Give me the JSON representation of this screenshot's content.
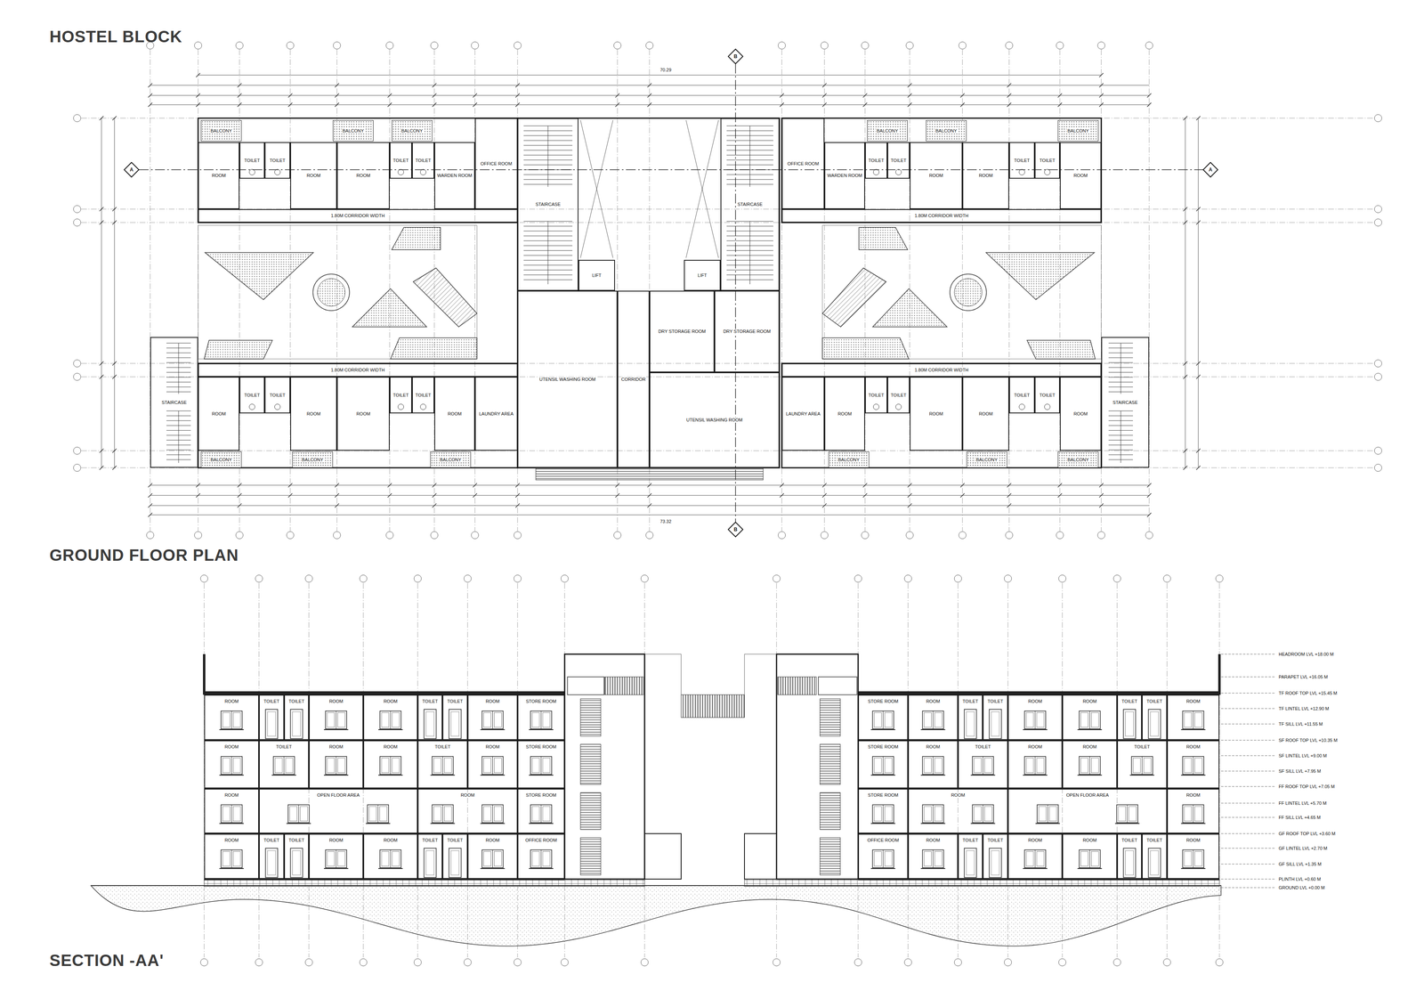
{
  "diagram": {
    "title": "HOSTEL BLOCK",
    "nodes": [
      {
        "text": [
          "BALCONY"
        ]
      },
      {
        "text": [
          "BALCONY"
        ]
      },
      {
        "text": [
          "BALCONY"
        ]
      },
      {
        "text": [
          "ROOM"
        ]
      },
      {
        "text": [
          "TOILET"
        ]
      },
      {
        "text": [
          "TOILET"
        ]
      },
      {
        "text": [
          "ROOM"
        ]
      },
      {
        "text": [
          "ROOM"
        ]
      },
      {
        "text": [
          "TOILET"
        ]
      },
      {
        "text": [
          "TOILET"
        ]
      },
      {
        "text": [
          "WARDEN ROOM"
        ]
      },
      {
        "text": [
          "OFFICE ROOM"
        ]
      },
      {
        "text": [
          "1.80M CORRIDOR WIDTH"
        ]
      },
      {
        "text": [
          "BALCONY"
        ]
      },
      {
        "text": [
          "BALCONY"
        ]
      },
      {
        "text": [
          "BALCONY"
        ]
      },
      {
        "text": [
          "OFFICE ROOM"
        ]
      },
      {
        "text": [
          "WARDEN ROOM"
        ]
      },
      {
        "text": [
          "TOILET"
        ]
      },
      {
        "text": [
          "TOILET"
        ]
      },
      {
        "text": [
          "ROOM"
        ]
      },
      {
        "text": [
          "ROOM"
        ]
      },
      {
        "text": [
          "TOILET"
        ]
      },
      {
        "text": [
          "TOILET"
        ]
      },
      {
        "text": [
          "ROOM"
        ]
      },
      {
        "text": [
          "1.80M CORRIDOR WIDTH"
        ]
      },
      {
        "text": [
          "STAIRCASE"
        ]
      },
      {
        "text": [
          "LIFT"
        ]
      },
      {
        "text": [
          "LIFT"
        ]
      },
      {
        "text": [
          "STAIRCASE"
        ]
      },
      {
        "text": [
          "UTENSIL WASHING ROOM"
        ]
      },
      {
        "text": [
          "CORRIDOR"
        ]
      },
      {
        "text": [
          "DRY STORAGE ROOM"
        ]
      },
      {
        "text": [
          "DRY STORAGE ROOM"
        ]
      },
      {
        "text": [
          "UTENSIL WASHING ROOM"
        ]
      },
      {
        "text": [
          "STAIRCASE"
        ]
      },
      {
        "text": [
          "1.80M CORRIDOR WIDTH"
        ]
      },
      {
        "text": [
          "ROOM"
        ]
      },
      {
        "text": [
          "TOILET"
        ]
      },
      {
        "text": [
          "TOILET"
        ]
      },
      {
        "text": [
          "ROOM"
        ]
      },
      {
        "text": [
          "ROOM"
        ]
      },
      {
        "text": [
          "TOILET"
        ]
      },
      {
        "text": [
          "TOILET"
        ]
      },
      {
        "text": [
          "ROOM"
        ]
      },
      {
        "text": [
          "LAUNDRY AREA"
        ]
      },
      {
        "text": [
          "BALCONY"
        ]
      },
      {
        "text": [
          "BALCONY"
        ]
      },
      {
        "text": [
          "BALCONY"
        ]
      },
      {
        "text": [
          "1.80M CORRIDOR WIDTH"
        ]
      },
      {
        "text": [
          "LAUNDRY AREA"
        ]
      },
      {
        "text": [
          "ROOM"
        ]
      },
      {
        "text": [
          "TOILET"
        ]
      },
      {
        "text": [
          "TOILET"
        ]
      },
      {
        "text": [
          "ROOM"
        ]
      },
      {
        "text": [
          "ROOM"
        ]
      },
      {
        "text": [
          "TOILET"
        ]
      },
      {
        "text": [
          "TOILET"
        ]
      },
      {
        "text": [
          "ROOM"
        ]
      },
      {
        "text": [
          "STAIRCASE"
        ]
      },
      {
        "text": [
          "BALCONY"
        ]
      },
      {
        "text": [
          "BALCONY"
        ]
      },
      {
        "text": [
          "BALCONY"
        ]
      },
      {
        "text": [
          "ROOM"
        ]
      },
      {
        "text": [
          "TOILET"
        ]
      },
      {
        "text": [
          "TOILET"
        ]
      },
      {
        "text": [
          "ROOM"
        ]
      },
      {
        "text": [
          "ROOM"
        ]
      },
      {
        "text": [
          "TOILET"
        ]
      },
      {
        "text": [
          "TOILET"
        ]
      },
      {
        "text": [
          "ROOM"
        ]
      },
      {
        "text": [
          "STORE ROOM"
        ]
      },
      {
        "text": [
          "STORE ROOM"
        ]
      },
      {
        "text": [
          "ROOM"
        ]
      },
      {
        "text": [
          "TOILET"
        ]
      },
      {
        "text": [
          "TOILET"
        ]
      },
      {
        "text": [
          "ROOM"
        ]
      },
      {
        "text": [
          "ROOM"
        ]
      },
      {
        "text": [
          "TOILET"
        ]
      },
      {
        "text": [
          "TOILET"
        ]
      },
      {
        "text": [
          "ROOM"
        ]
      },
      {
        "text": [
          "ROOM"
        ]
      },
      {
        "text": [
          "TOILET"
        ]
      },
      {
        "text": [
          "ROOM"
        ]
      },
      {
        "text": [
          "ROOM"
        ]
      },
      {
        "text": [
          "TOILET"
        ]
      },
      {
        "text": [
          "ROOM"
        ]
      },
      {
        "text": [
          "STORE ROOM"
        ]
      },
      {
        "text": [
          "STORE ROOM"
        ]
      },
      {
        "text": [
          "ROOM"
        ]
      },
      {
        "text": [
          "TOILET"
        ]
      },
      {
        "text": [
          "ROOM"
        ]
      },
      {
        "text": [
          "ROOM"
        ]
      },
      {
        "text": [
          "TOILET"
        ]
      },
      {
        "text": [
          "ROOM"
        ]
      },
      {
        "text": [
          "ROOM"
        ]
      },
      {
        "text": [
          "OPEN FLOOR AREA"
        ]
      },
      {
        "text": [
          "ROOM"
        ]
      },
      {
        "text": [
          "STORE ROOM"
        ]
      },
      {
        "text": [
          "STORE ROOM"
        ]
      },
      {
        "text": [
          "ROOM"
        ]
      },
      {
        "text": [
          "OPEN FLOOR AREA"
        ]
      },
      {
        "text": [
          "ROOM"
        ]
      },
      {
        "text": [
          "ROOM"
        ]
      },
      {
        "text": [
          "TOILET"
        ]
      },
      {
        "text": [
          "TOILET"
        ]
      },
      {
        "text": [
          "ROOM"
        ]
      },
      {
        "text": [
          "ROOM"
        ]
      },
      {
        "text": [
          "TOILET"
        ]
      },
      {
        "text": [
          "TOILET"
        ]
      },
      {
        "text": [
          "ROOM"
        ]
      },
      {
        "text": [
          "OFFICE ROOM"
        ]
      },
      {
        "text": [
          "OFFICE ROOM"
        ]
      },
      {
        "text": [
          "ROOM"
        ]
      },
      {
        "text": [
          "TOILET"
        ]
      },
      {
        "text": [
          "TOILET"
        ]
      },
      {
        "text": [
          "ROOM"
        ]
      },
      {
        "text": [
          "ROOM"
        ]
      },
      {
        "text": [
          "TOILET"
        ]
      },
      {
        "text": [
          "TOILET"
        ]
      },
      {
        "text": [
          "ROOM"
        ]
      }
    ],
    "labels": [
      "GROUND FLOOR PLAN",
      "SECTION -AA'",
      "70.29",
      "73.32",
      "A",
      "A",
      "B",
      "B",
      "HEADROOM LVL +18.00 M",
      "PARAPET LVL +16.05 M",
      "TF ROOF TOP LVL +15.45 M",
      "TF LINTEL LVL +12.90 M",
      "TF SILL LVL +11.55 M",
      "SF ROOF TOP LVL +10.35 M",
      "SF LINTEL LVL +9.00 M",
      "SF SILL LVL +7.95 M",
      "FF ROOF TOP LVL +7.05 M",
      "FF LINTEL LVL +5.70 M",
      "FF SILL LVL +4.65 M",
      "GF ROOF TOP LVL +3.60 M",
      "GF LINTEL LVL +2.70 M",
      "GF SILL LVL +1.35 M",
      "PLINTH LVL +0.60 M",
      "GROUND LVL +0.00 M"
    ]
  }
}
